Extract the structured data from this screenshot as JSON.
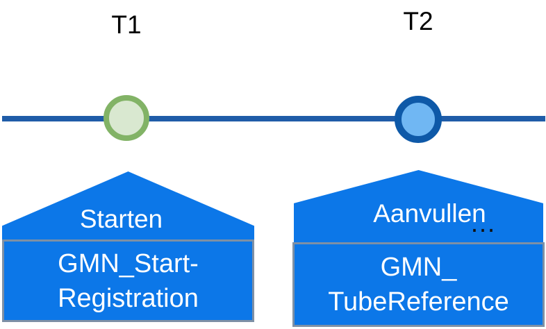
{
  "diagram": {
    "type": "timeline",
    "colors": {
      "background": "#ffffff",
      "timeline_line": "#1f5ca8",
      "shape_blue": "#0c77e8",
      "box_border_gray": "#7e90a5",
      "text_on_shape": "#ffffff",
      "time_label_text": "#000000",
      "t1_circle_border": "#82b366",
      "t1_circle_fill": "#d9e8d0",
      "t2_circle_border": "#0e59a8",
      "t2_circle_fill": "#70b7f3"
    },
    "milestones": [
      {
        "id": "T1",
        "time_label": "T1",
        "house_label": "Starten",
        "box_lines": [
          "GMN_Start-",
          "Registration"
        ]
      },
      {
        "id": "T2",
        "time_label": "T2",
        "house_label": "Aanvullen",
        "ellipsis": "…",
        "box_lines": [
          "GMN_",
          "TubeReference"
        ]
      }
    ]
  }
}
